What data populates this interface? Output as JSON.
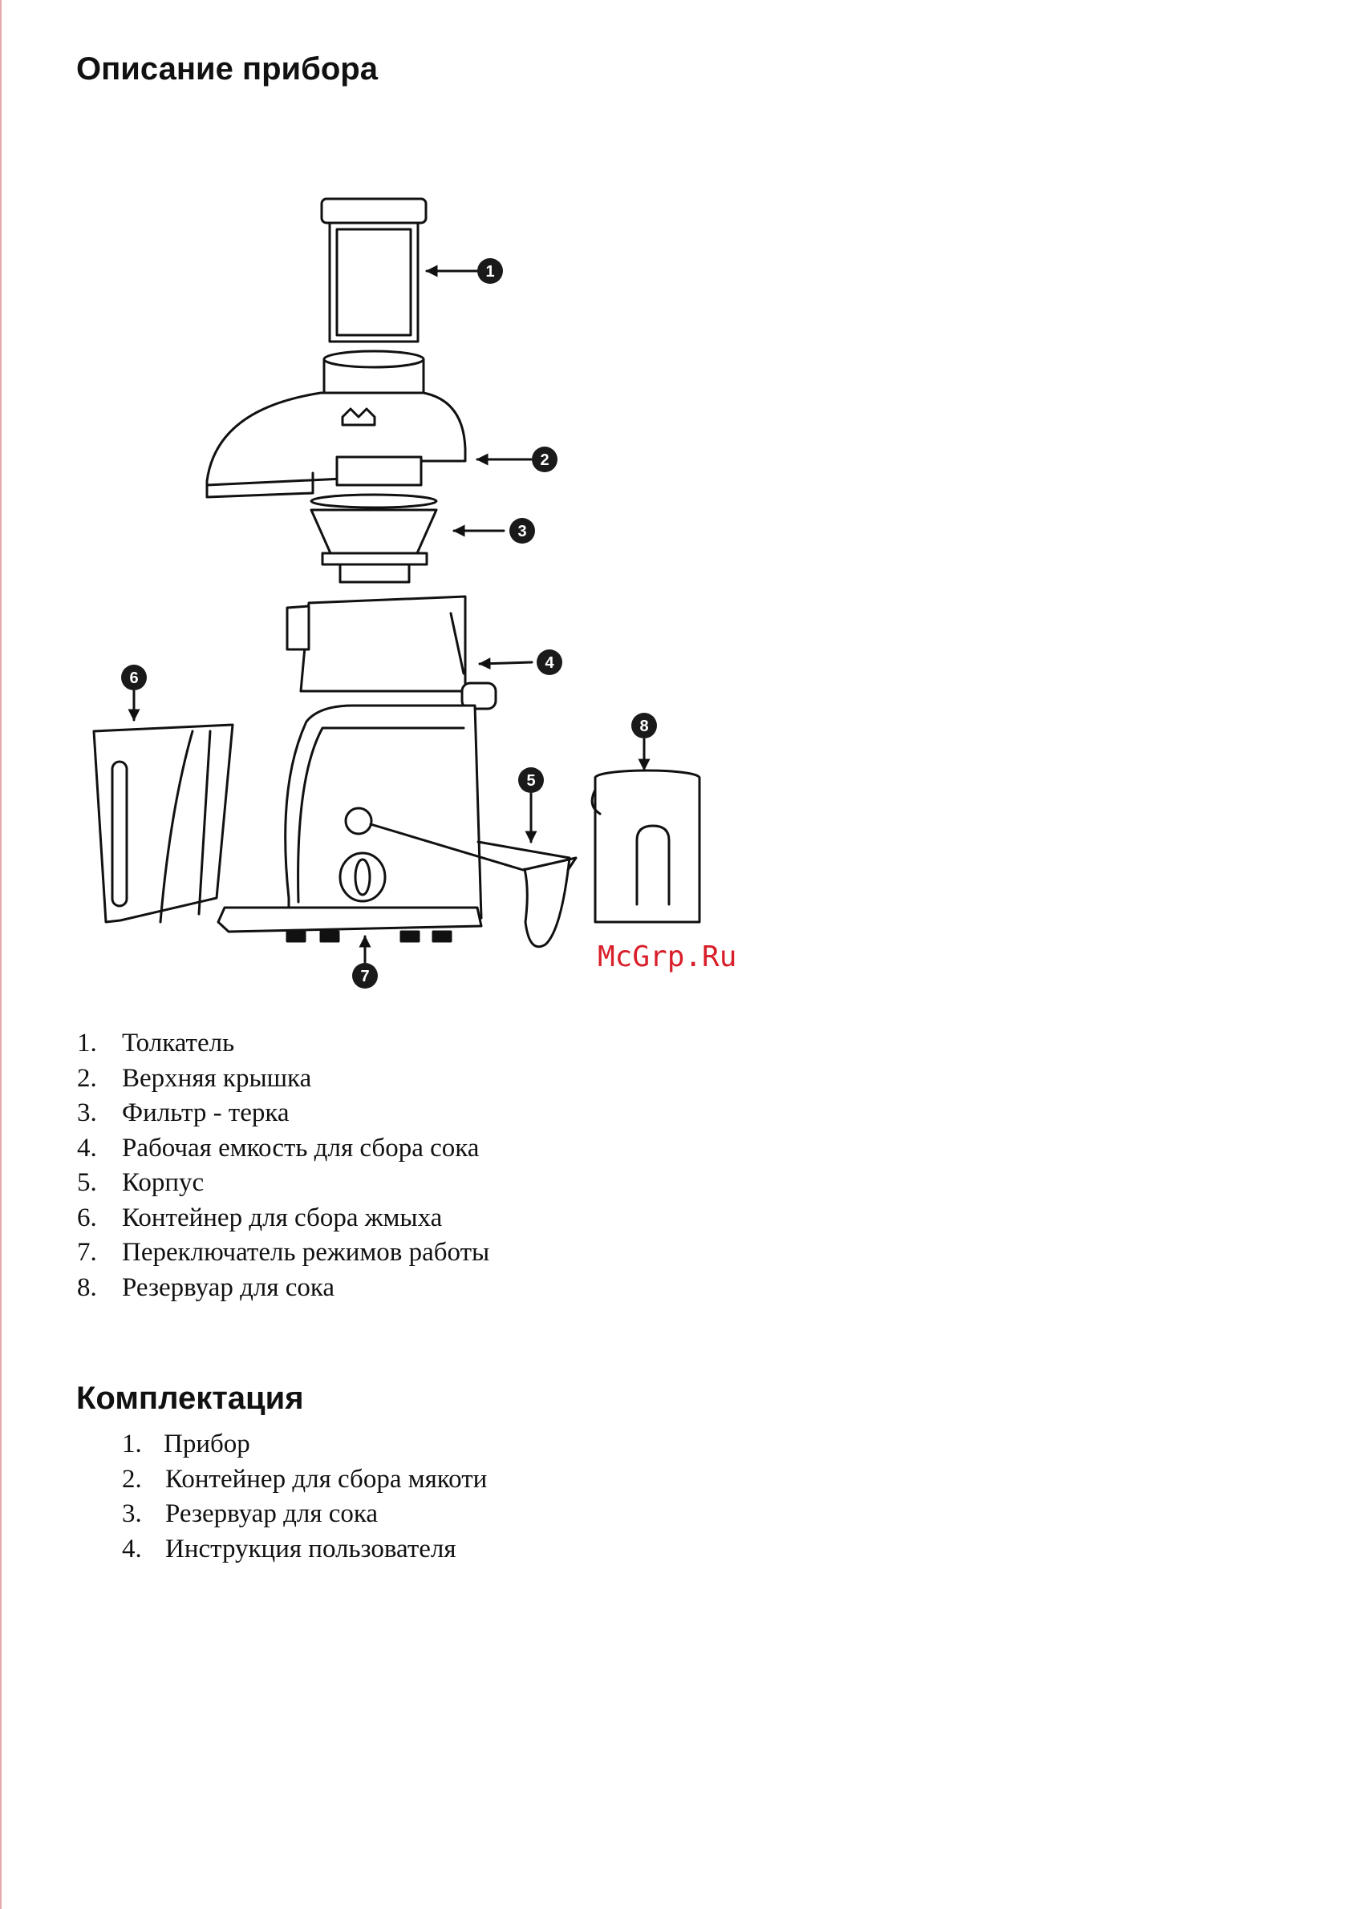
{
  "sections": {
    "description_title": "Описание прибора",
    "kit_title": "Комплектация"
  },
  "callouts": [
    "1",
    "2",
    "3",
    "4",
    "5",
    "6",
    "7",
    "8"
  ],
  "watermark": "McGrp.Ru",
  "description_items": [
    {
      "num": "1.",
      "text": "Толкатель"
    },
    {
      "num": "2.",
      "text": "Верхняя крышка"
    },
    {
      "num": "3.",
      "text": "Фильтр - терка"
    },
    {
      "num": "4.",
      "text": "Рабочая емкость для сбора сока"
    },
    {
      "num": "5.",
      "text": "Корпус"
    },
    {
      "num": "6.",
      "text": "Контейнер для сбора жмыха"
    },
    {
      "num": "7.",
      "text": "Переключатель режимов работы"
    },
    {
      "num": "8.",
      "text": "Резервуар для сока"
    }
  ],
  "kit_items": [
    {
      "num": "1.",
      "text": "Прибор"
    },
    {
      "num": "2.",
      "text": "Контейнер для сбора мякоти"
    },
    {
      "num": "3.",
      "text": "Резервуар для сока"
    },
    {
      "num": "4.",
      "text": "Инструкция пользователя"
    }
  ],
  "colors": {
    "watermark": "#d81f2a",
    "text": "#111111",
    "callout_fill": "#1a1a1a"
  }
}
